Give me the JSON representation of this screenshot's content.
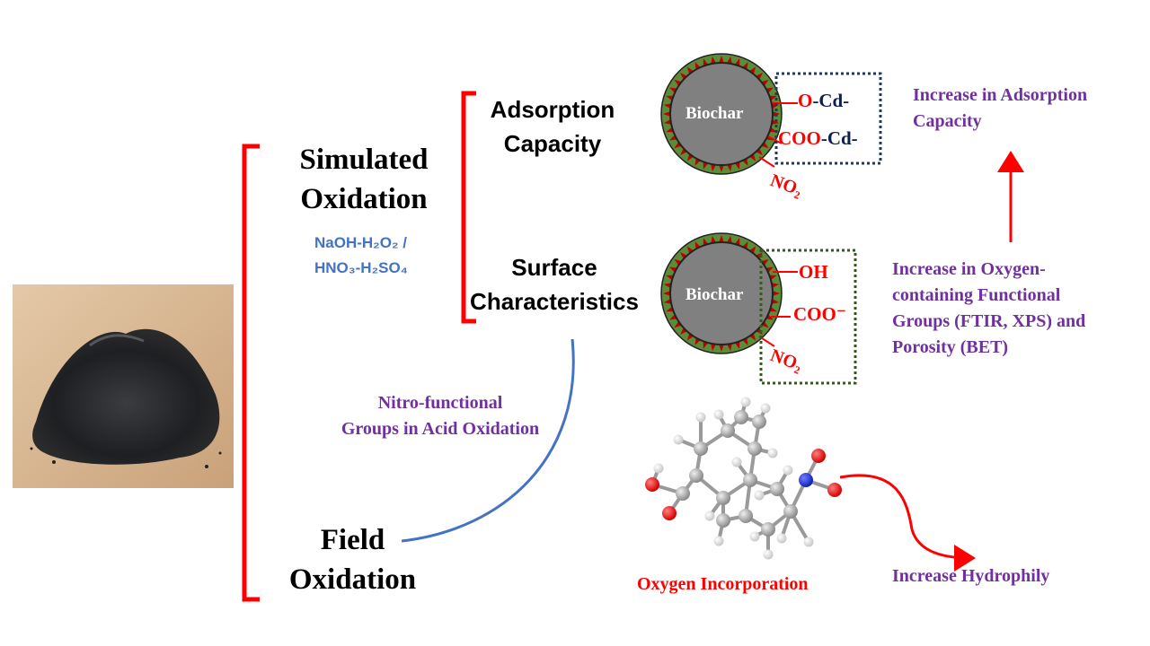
{
  "left_labels": {
    "simulated_line1": "Simulated",
    "simulated_line2": "Oxidation",
    "reagent_1": "NaOH-H₂O₂ /",
    "reagent_2": "HNO₃-H₂SO₄",
    "field_line1": "Field",
    "field_line2": "Oxidation"
  },
  "middle_labels": {
    "adsorption_line1": "Adsorption",
    "adsorption_line2": "Capacity",
    "surface_line1": "Surface",
    "surface_line2": "Characteristics",
    "nitro_line1": "Nitro-functional",
    "nitro_line2": "Groups in Acid Oxidation"
  },
  "particle_top": {
    "label": "Biochar",
    "group_1": "O",
    "group_1_suffix": "-Cd-",
    "group_2": "COO",
    "group_2_suffix": "-Cd-",
    "group_3": "NO₂"
  },
  "particle_bottom": {
    "label": "Biochar",
    "group_1": "OH",
    "group_2": "COO⁻",
    "group_3": "NO₂"
  },
  "right_labels": {
    "adsorption_increase_1": "Increase in Adsorption",
    "adsorption_increase_2": "Capacity",
    "oxygen_1": "Increase in Oxygen-",
    "oxygen_2": "containing Functional",
    "oxygen_3": "Groups (FTIR, XPS) and",
    "oxygen_4": "Porosity (BET)",
    "hydrophily": "Increase Hydrophily",
    "incorporation": "Oxygen Incorporation"
  },
  "colors": {
    "bracket": "#ff0000",
    "arrow": "#ff0000",
    "curve": "#4472c4",
    "shell": "#5b8c3a",
    "core": "#808080",
    "dash_top": "#1f3864",
    "dash_bottom": "#375623",
    "label_purple": "#7030a0"
  },
  "icons": {
    "biochar_photo": "biochar-powder-photo",
    "molecule": "ball-and-stick-molecule"
  }
}
